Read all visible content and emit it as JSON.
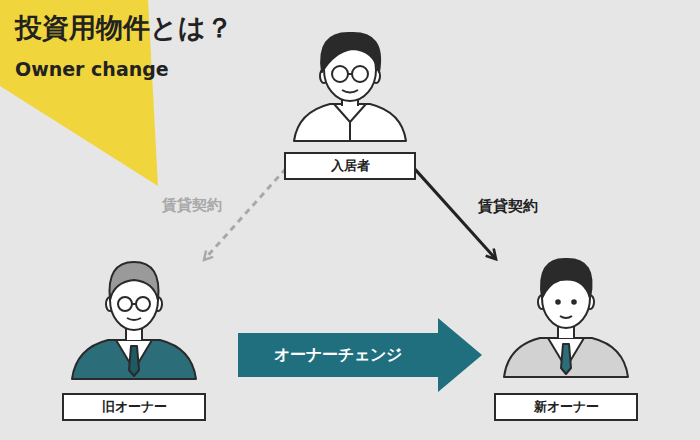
{
  "diagram": {
    "title": "投資用物件とは？",
    "nodes": [
      {
        "text": [
          "入居者"
        ]
      },
      {
        "text": [
          "オーナーチェンジ"
        ]
      },
      {
        "text": [
          "旧オーナー"
        ]
      },
      {
        "text": [
          "新オーナー"
        ]
      }
    ],
    "edges": [
      {
        "from": 0,
        "to": 2,
        "arrow": "to",
        "label": "賃貸契約"
      },
      {
        "from": 0,
        "to": 3,
        "arrow": "to",
        "label": "賃貸契約"
      }
    ],
    "labels": [
      "Owner change"
    ]
  }
}
